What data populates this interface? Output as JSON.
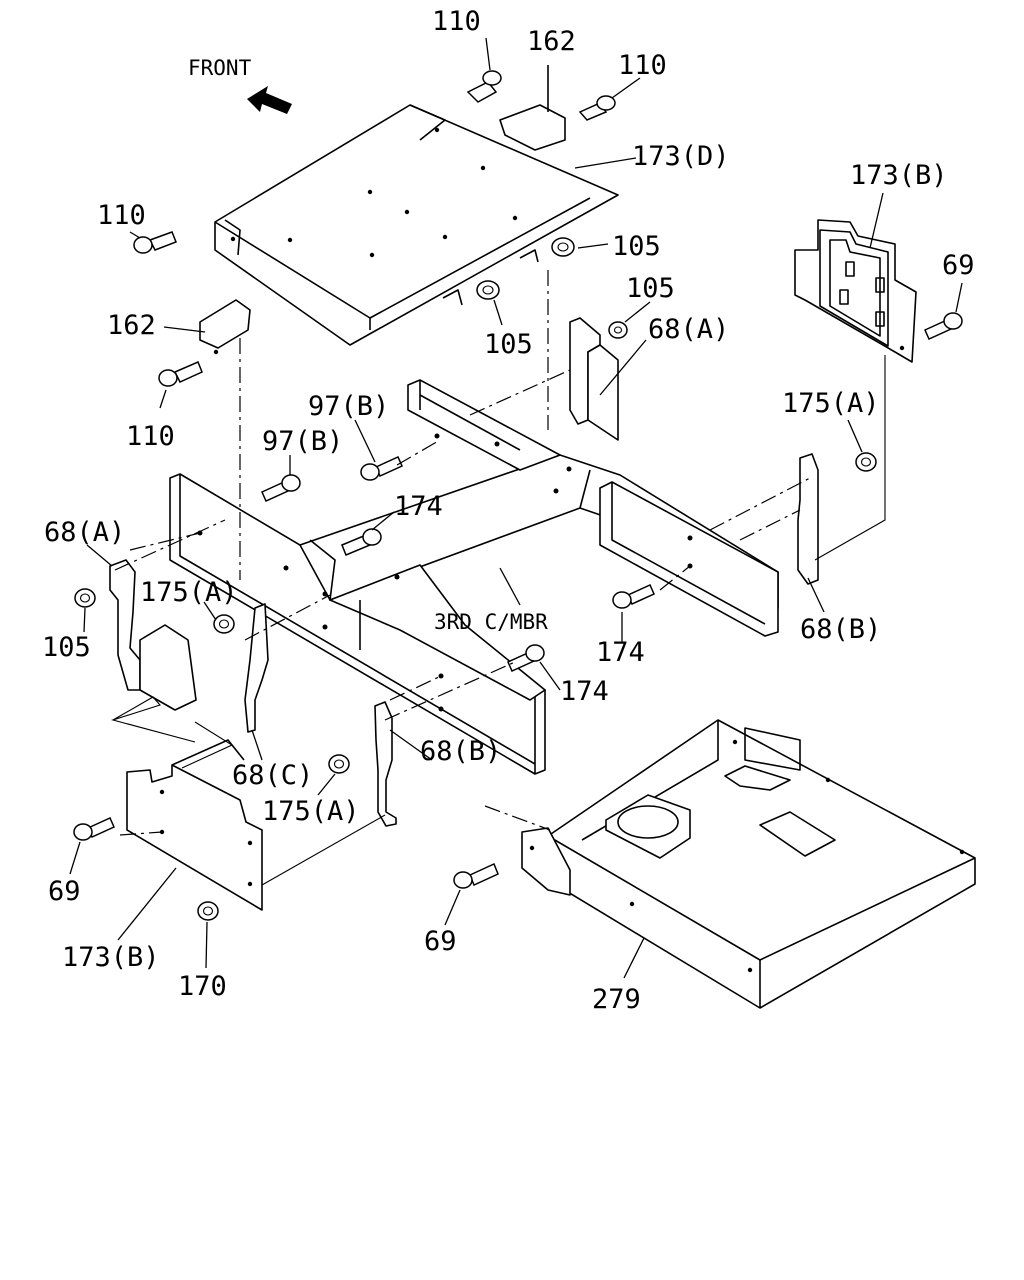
{
  "orientation": {
    "front_label": "FRONT"
  },
  "labels": {
    "bolt_110_top": "110",
    "bracket_162_top": "162",
    "bolt_110_top_right": "110",
    "tray_173d": "173(D)",
    "bolt_110_left": "110",
    "nut_105_upper": "105",
    "bracket_162_left": "162",
    "nut_105_center": "105",
    "nut_105_right": "105",
    "bolt_110_lower_left": "110",
    "bracket_68a_upper": "68(A)",
    "cover_173b_right": "173(B)",
    "bolt_69_right": "69",
    "bolt_97b_upper": "97(B)",
    "bolt_97b_lower": "97(B)",
    "nut_175a_right": "175(A)",
    "bolt_174_upper": "174",
    "bracket_68a_left": "68(A)",
    "nut_175a_left": "175(A)",
    "crossmember_3rd": "3RD C/MBR",
    "bracket_68b_right": "68(B)",
    "bolt_174_right": "174",
    "nut_105_left": "105",
    "bolt_174_lower": "174",
    "bracket_68c": "68(C)",
    "bracket_68b_lower": "68(B)",
    "nut_175a_lower": "175(A)",
    "bolt_69_left": "69",
    "cover_173b_left": "173(B)",
    "nut_170": "170",
    "bolt_69_lower": "69",
    "box_279": "279"
  }
}
